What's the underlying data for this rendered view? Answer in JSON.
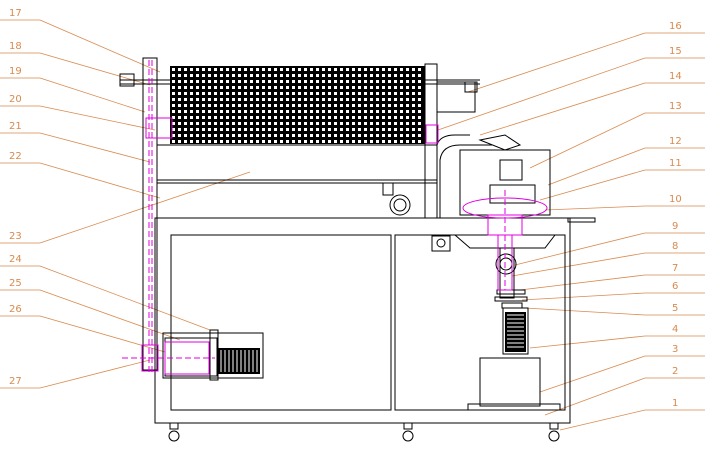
{
  "labels_left": [
    {
      "id": "17",
      "text": "17"
    },
    {
      "id": "18",
      "text": "18"
    },
    {
      "id": "19",
      "text": "19"
    },
    {
      "id": "20",
      "text": "20"
    },
    {
      "id": "21",
      "text": "21"
    },
    {
      "id": "22",
      "text": "22"
    },
    {
      "id": "23",
      "text": "23"
    },
    {
      "id": "24",
      "text": "24"
    },
    {
      "id": "25",
      "text": "25"
    },
    {
      "id": "26",
      "text": "26"
    },
    {
      "id": "27",
      "text": "27"
    }
  ],
  "labels_right": [
    {
      "id": "16",
      "text": "16"
    },
    {
      "id": "15",
      "text": "15"
    },
    {
      "id": "14",
      "text": "14"
    },
    {
      "id": "13",
      "text": "13"
    },
    {
      "id": "12",
      "text": "12"
    },
    {
      "id": "11",
      "text": "11"
    },
    {
      "id": "10",
      "text": "10"
    },
    {
      "id": "9",
      "text": "9"
    },
    {
      "id": "8",
      "text": "8"
    },
    {
      "id": "7",
      "text": "7"
    },
    {
      "id": "6",
      "text": "6"
    },
    {
      "id": "5",
      "text": "5"
    },
    {
      "id": "4",
      "text": "4"
    },
    {
      "id": "3",
      "text": "3"
    },
    {
      "id": "2",
      "text": "2"
    },
    {
      "id": "1",
      "text": "1"
    }
  ],
  "colors": {
    "leader": "#d98a4e",
    "outline": "#000000",
    "highlight": "#e000e0",
    "background": "#ffffff"
  }
}
